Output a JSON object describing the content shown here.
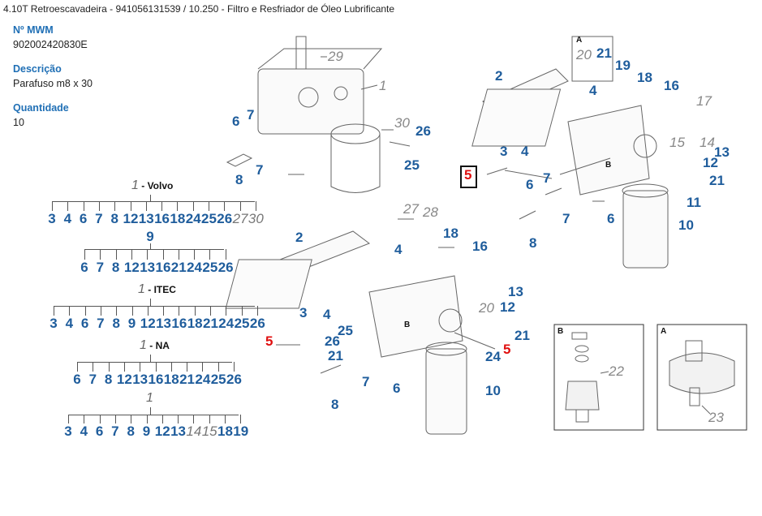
{
  "page": {
    "title": "4.10T Retroescavadeira - 941056131539  /  10.250 - Filtro e Resfriador de Óleo Lubrificante"
  },
  "part": {
    "mwm_label": "Nº MWM",
    "mwm_value": "902002420830E",
    "descricao_label": "Descrição",
    "descricao_value": "Parafuso m8 x 30",
    "quantidade_label": "Quantidade",
    "quantidade_value": "10"
  },
  "tree": {
    "volvo": {
      "num": "1",
      "label": " - Volvo"
    },
    "volvo_row1": [
      "3",
      "4",
      "6",
      "7",
      "8",
      "12",
      "13",
      "16",
      "18",
      "24",
      "25",
      "26",
      "27",
      "30"
    ],
    "volvo_row1_alt": [
      false,
      false,
      false,
      false,
      false,
      false,
      false,
      false,
      false,
      false,
      false,
      false,
      true,
      true
    ],
    "volvo_sub": "9",
    "volvo_row2": [
      "6",
      "7",
      "8",
      "12",
      "13",
      "16",
      "21",
      "24",
      "25",
      "26"
    ],
    "itec": {
      "num": "1",
      "label": " - ITEC"
    },
    "itec_row": [
      "3",
      "4",
      "6",
      "7",
      "8",
      "9",
      "12",
      "13",
      "16",
      "18",
      "21",
      "24",
      "25",
      "26"
    ],
    "na": {
      "num": "1",
      "label": " - NA"
    },
    "na_row": [
      "6",
      "7",
      "8",
      "12",
      "13",
      "16",
      "18",
      "21",
      "24",
      "25",
      "26"
    ],
    "plain": {
      "num": "1"
    },
    "plain_row": [
      "3",
      "4",
      "6",
      "7",
      "8",
      "9",
      "12",
      "13",
      "14",
      "15",
      "18",
      "19"
    ],
    "plain_row_alt": [
      false,
      false,
      false,
      false,
      false,
      false,
      false,
      false,
      true,
      true,
      false,
      false
    ]
  },
  "callouts": {
    "upper_left": [
      "29",
      "1",
      "6",
      "7",
      "30",
      "26",
      "7",
      "25",
      "8"
    ],
    "upper_right": [
      "A",
      "20",
      "21",
      "19",
      "18",
      "16",
      "2",
      "4",
      "17",
      "15",
      "14",
      "13",
      "12",
      "21",
      "11",
      "3",
      "4",
      "5",
      "6",
      "7",
      "B",
      "8",
      "7",
      "6",
      "10"
    ],
    "lower": [
      "27",
      "28",
      "2",
      "18",
      "16",
      "4",
      "13",
      "3",
      "4",
      "20",
      "12",
      "25",
      "B",
      "26",
      "21",
      "21",
      "5",
      "5",
      "24",
      "7",
      "8",
      "6",
      "10"
    ],
    "detail_b": {
      "tag": "B",
      "num": "22"
    },
    "detail_a": {
      "tag": "A",
      "num": "23"
    }
  },
  "selected_callout": "5"
}
